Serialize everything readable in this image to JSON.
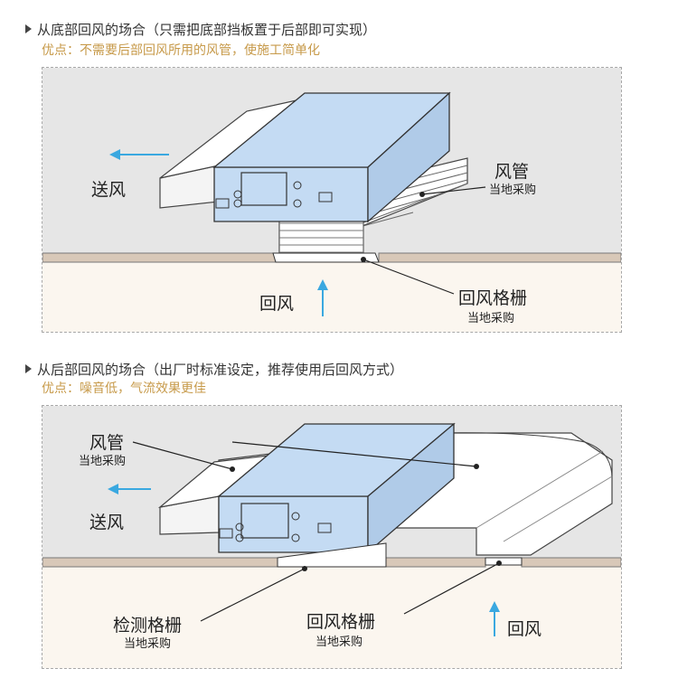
{
  "section1": {
    "heading": "从底部回风的场合（只需把底部挡板置于后部即可实现）",
    "advantage": "优点：不需要后部回风所用的风管，使施工简单化",
    "labels": {
      "supply": "送风",
      "duct": "风管",
      "duct_note": "当地采购",
      "return": "回风",
      "grille": "回风格栅",
      "grille_note": "当地采购"
    }
  },
  "section2": {
    "heading": "从后部回风的场合（出厂时标准设定，推荐使用后回风方式）",
    "advantage": "优点：噪音低，气流效果更佳",
    "labels": {
      "duct": "风管",
      "duct_note": "当地采购",
      "supply": "送风",
      "inspection_grille": "检测格栅",
      "inspection_note": "当地采购",
      "grille": "回风格栅",
      "grille_note": "当地采购",
      "return": "回风"
    }
  },
  "colors": {
    "unit_blue": "#c4dbf3",
    "ceiling_gray": "#e6e6e6",
    "room_cream": "#fbf6ef",
    "arrow_blue": "#3aa8e0",
    "heading_gold": "#c79a4a"
  }
}
